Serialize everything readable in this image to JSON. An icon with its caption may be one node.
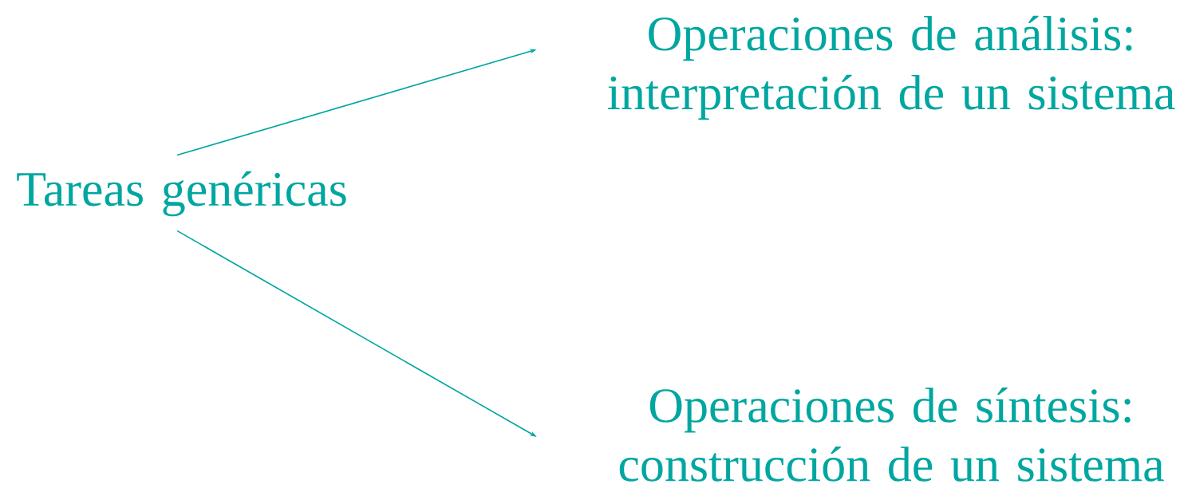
{
  "diagram": {
    "nodes": [
      {
        "text": [
          "Tareas genéricas"
        ]
      },
      {
        "text": [
          "Operaciones de análisis: interpretación de un sistema"
        ]
      },
      {
        "text": [
          "Operaciones de síntesis: construcción de un sistema"
        ]
      }
    ],
    "edges": [
      {
        "from": 0,
        "to": 1,
        "arrow": "to"
      },
      {
        "from": 0,
        "to": 2,
        "arrow": "to"
      }
    ]
  }
}
